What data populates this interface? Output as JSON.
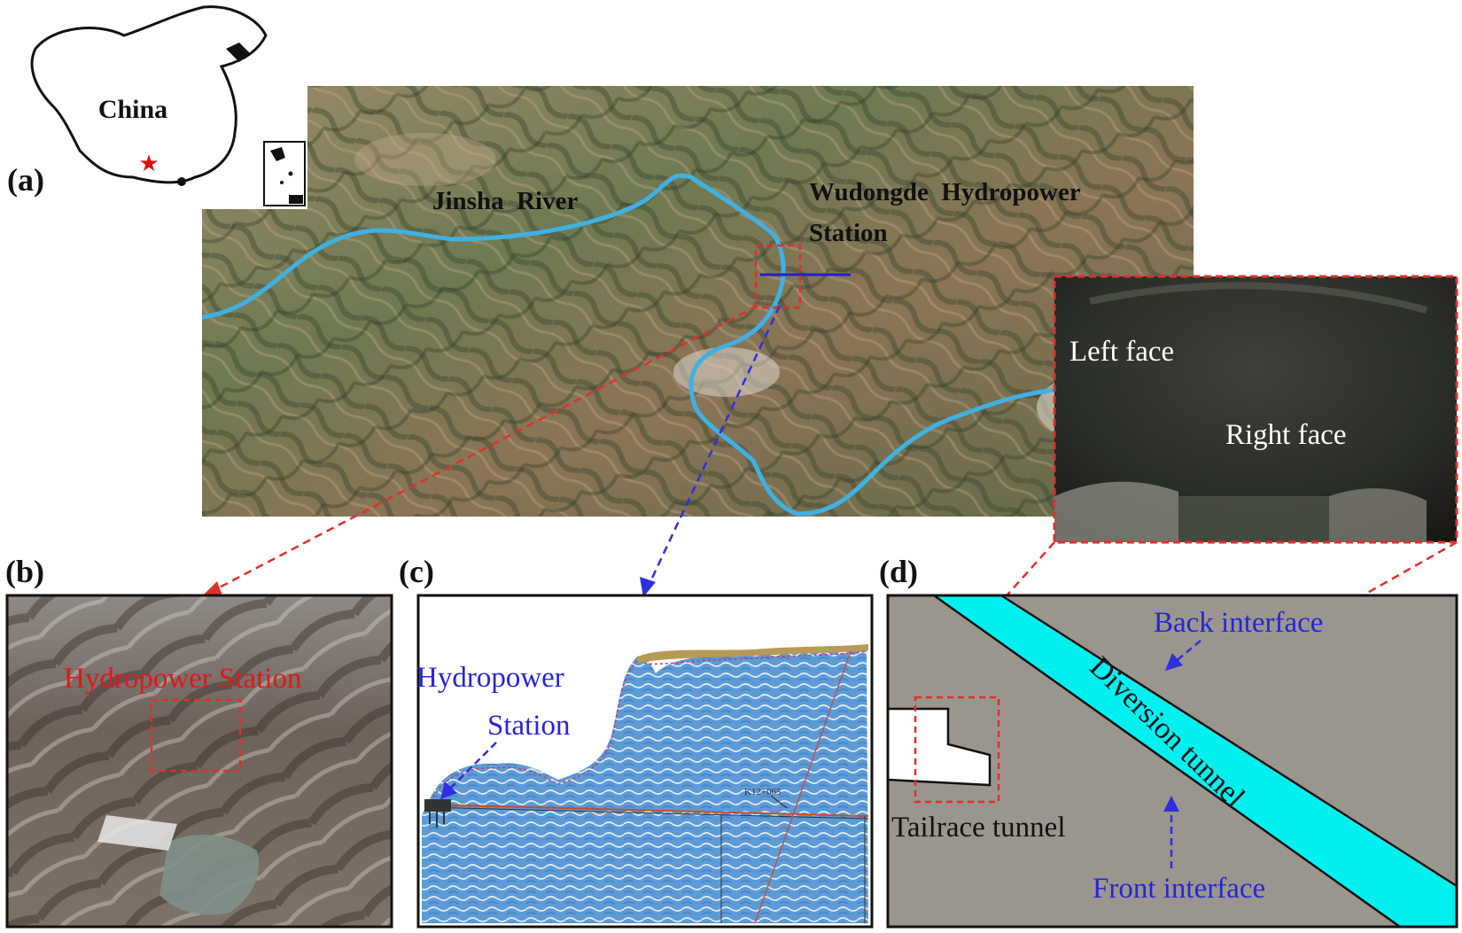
{
  "panels": {
    "a": {
      "tag": "(a)",
      "country": "China",
      "river": "Jinsha  River",
      "station_line1": "Wudongde  Hydropower",
      "station_line2": "Station",
      "inset_left_face": "Left face",
      "inset_right_face": "Right face"
    },
    "b": {
      "tag": "(b)",
      "label": "Hydropower Station"
    },
    "c": {
      "tag": "(c)",
      "label_line1": "Hydropower",
      "label_line2": "Station",
      "chainage": "K12+065"
    },
    "d": {
      "tag": "(d)",
      "diversion_tunnel": "Diversion tunnel",
      "tailrace_tunnel": "Tailrace tunnel",
      "back_interface": "Back interface",
      "front_interface": "Front interface"
    }
  },
  "colors": {
    "river": "#3fb1e3",
    "callout_red": "#e0302a",
    "callout_blue": "#2f2fe0",
    "tunnel_cyan": "#00f0f0",
    "rock_gray": "#9b968d",
    "section_blue": "#5c9bd6"
  }
}
